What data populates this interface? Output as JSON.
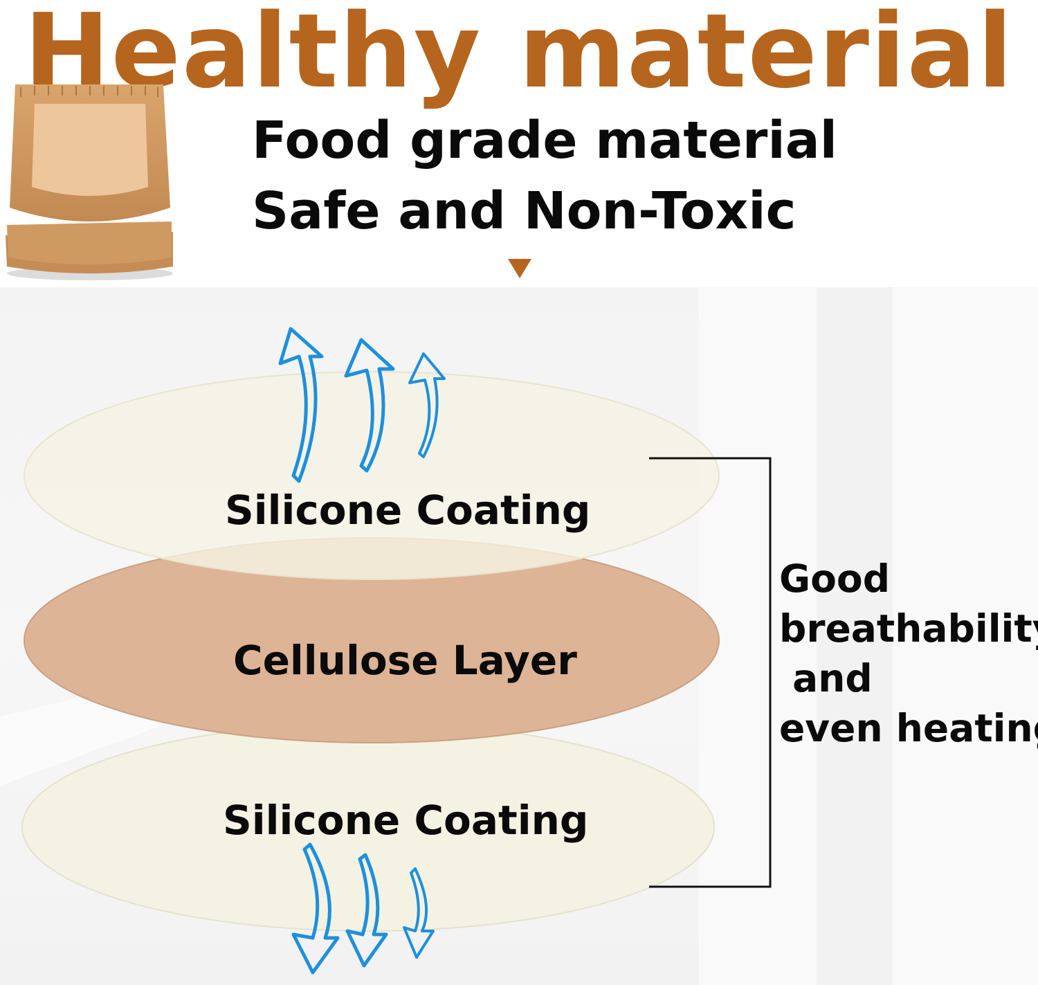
{
  "header": {
    "title": "Healthy material",
    "subtitle_1": "Food grade material",
    "subtitle_2": "Safe and Non-Toxic"
  },
  "layers": {
    "top": "Silicone Coating",
    "middle": "Cellulose Layer",
    "bottom": "Silicone Coating"
  },
  "benefit": {
    "line_1": "Good",
    "line_2": "breathability",
    "line_3": " and",
    "line_4": "even heating"
  },
  "colors": {
    "brand_orange": "#b5651d",
    "coating": "#f3f1e1",
    "cellulose": "#ddb495",
    "arrow_blue": "#1e8fdc",
    "text": "#0a0a0a"
  },
  "icons": [
    "air-fryer-liner-image",
    "down-triangle-icon",
    "up-arrow-icon",
    "down-arrow-icon",
    "bracket-line"
  ]
}
